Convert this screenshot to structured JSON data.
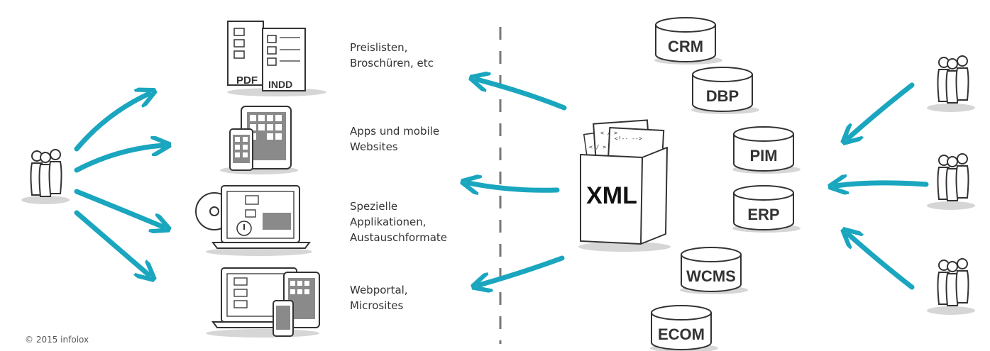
{
  "outputs": [
    {
      "lines": [
        "Preislisten,",
        "Broschüren, etc"
      ]
    },
    {
      "lines": [
        "Apps und mobile",
        "Websites"
      ]
    },
    {
      "lines": [
        "Spezielle",
        "Applikationen,",
        "Austauschformate"
      ]
    },
    {
      "lines": [
        "Webportal,",
        "Microsites"
      ]
    }
  ],
  "doc_labels": {
    "pdf": "PDF",
    "indd": "INDD"
  },
  "hub": {
    "label": "XML",
    "tags": [
      "< / >",
      "<!-- -->",
      "< / >"
    ]
  },
  "sources": [
    "CRM",
    "DBP",
    "PIM",
    "ERP",
    "WCMS",
    "ECOM"
  ],
  "copyright": "© 2015 infolox",
  "colors": {
    "arrow": "#1aa6bf",
    "ink": "#333333",
    "shadow": "#d6d6d6",
    "screen": "#8a8a8a"
  }
}
